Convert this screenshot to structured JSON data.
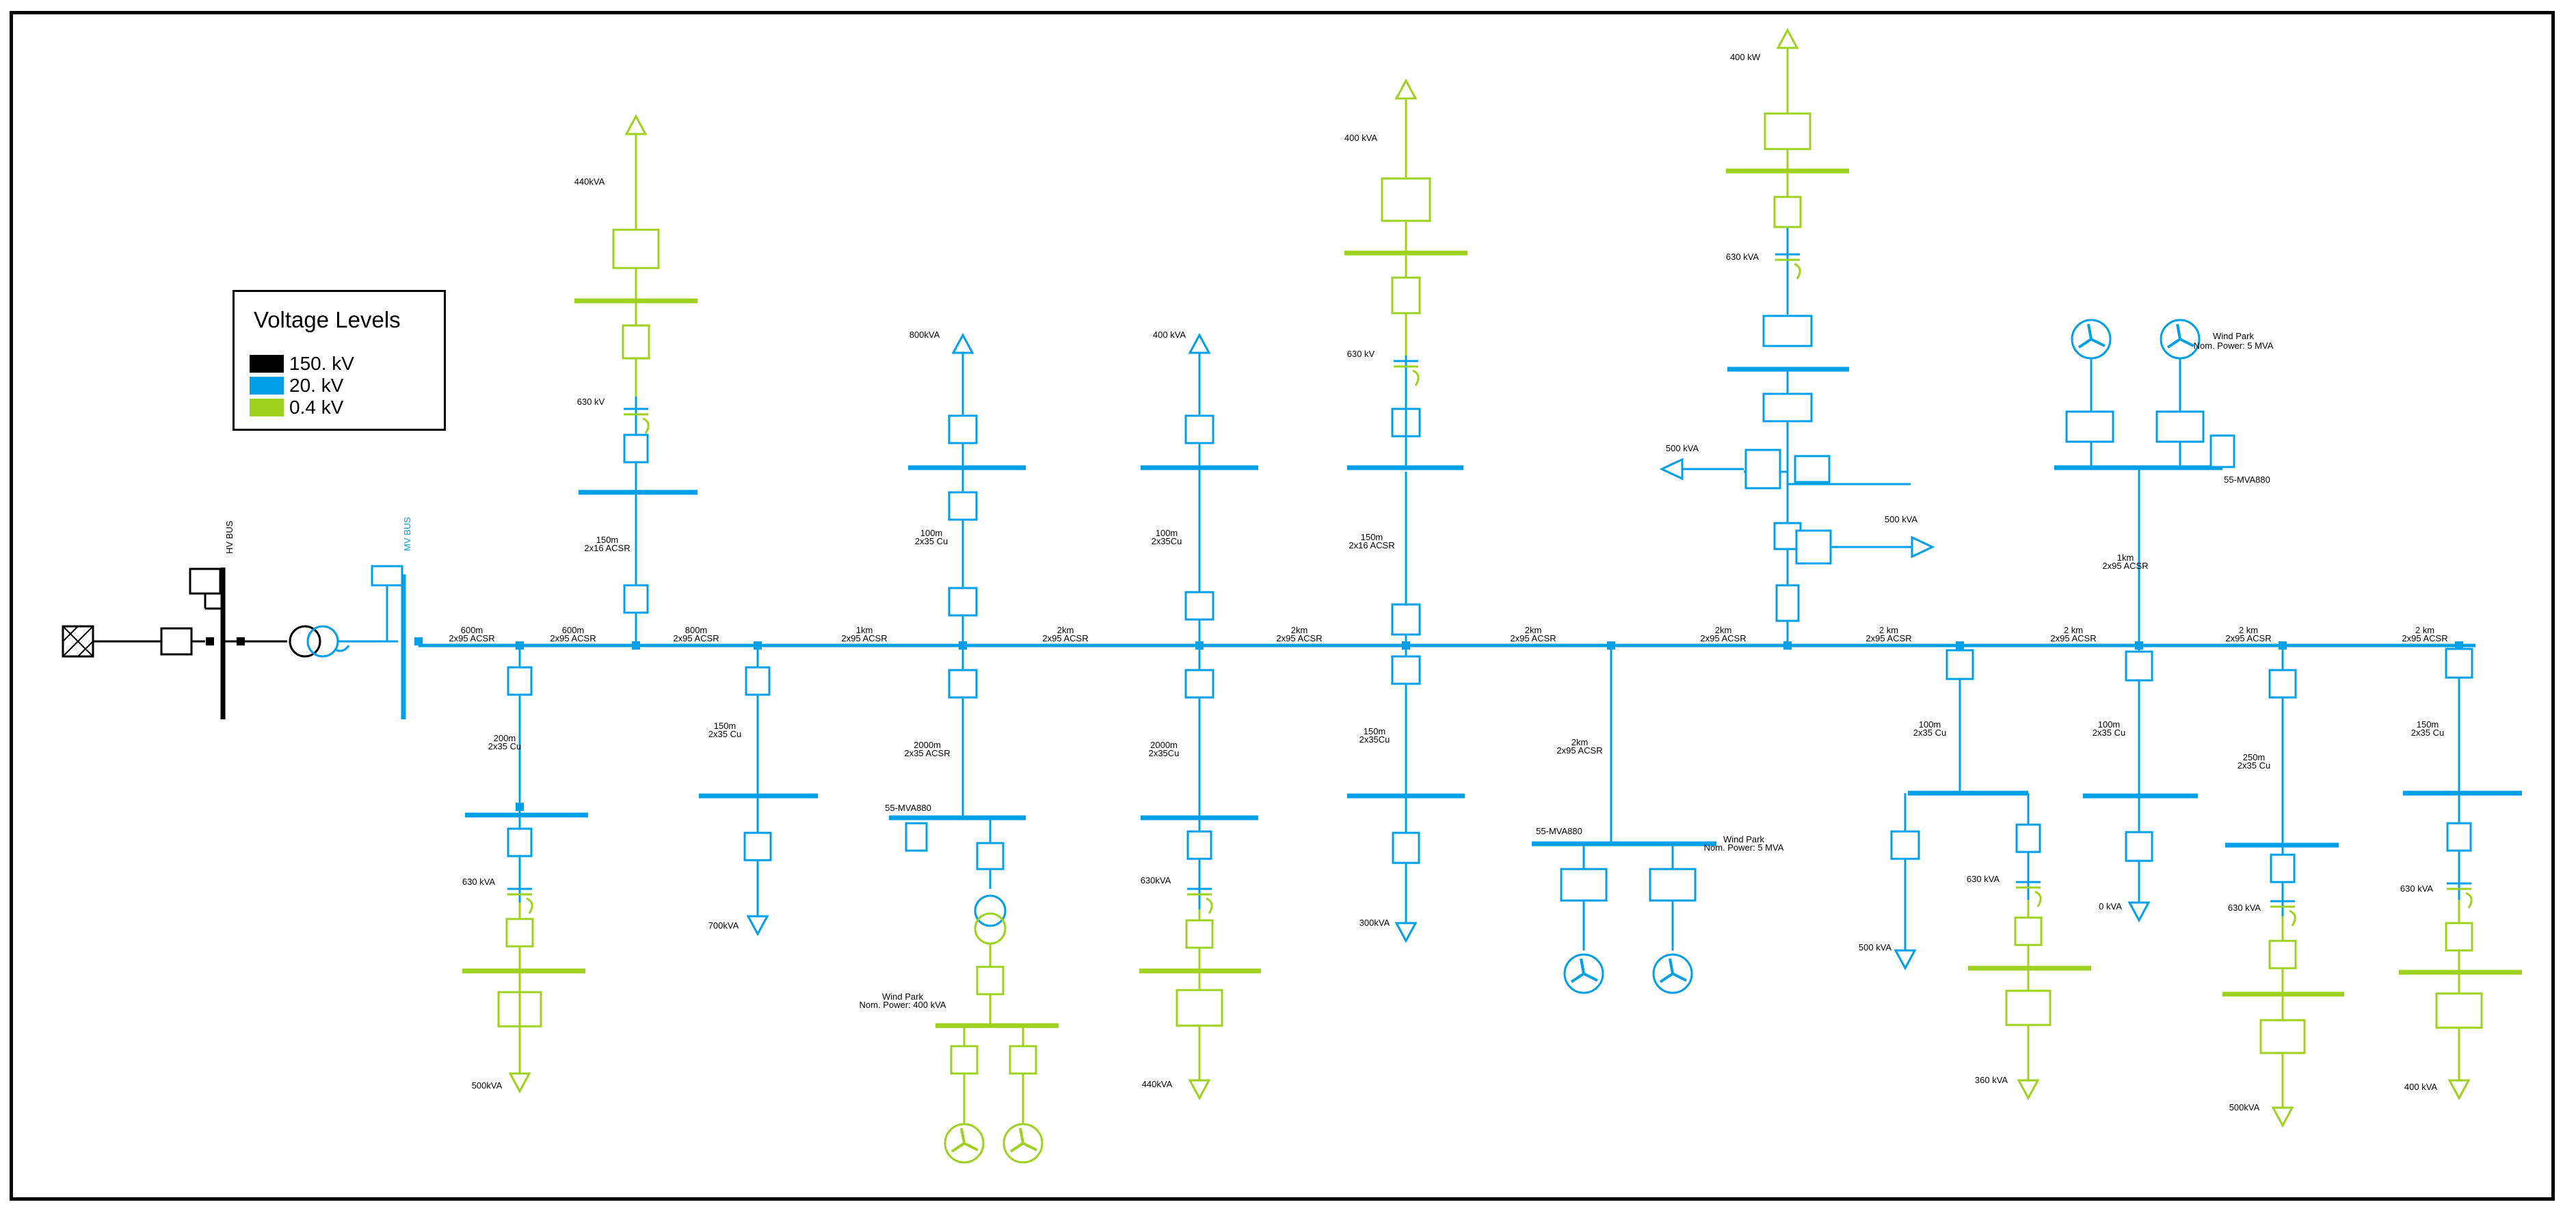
{
  "legend": {
    "title": "Voltage Levels",
    "items": [
      {
        "label": "150. kV",
        "color": "#000000"
      },
      {
        "label": "20. kV",
        "color": "#00a0e8"
      },
      {
        "label": "0.4 kV",
        "color": "#9ed21e"
      }
    ]
  },
  "buses": {
    "hv": "HV BUS",
    "mv": "MV BUS"
  },
  "labels": {
    "main_line": [
      "600m",
      "2x95 ACSR",
      "600m",
      "2x95 ACSR",
      "800m",
      "2x95 ACSR",
      "1km",
      "2x95 ACSR",
      "2km",
      "2x95 ACSR",
      "2km",
      "2x95 ACSR",
      "2km",
      "2x95 ACSR",
      "2km",
      "2x95 ACSR",
      "2 km",
      "2x95 ACSR",
      "2 km",
      "2x95 ACSR",
      "2 km",
      "2x95 ACSR",
      "2 km",
      "2x95 ACSR"
    ],
    "b1": [
      "200m",
      "2x35 Cu",
      "630 kVA",
      "500kVA"
    ],
    "b2": [
      "150m",
      "2x16 ACSR",
      "630 kV",
      "440kVA"
    ],
    "b3": [
      "150m",
      "2x35 Cu",
      "700kVA"
    ],
    "b4": [
      "100m",
      "2x35 Cu",
      "800kVA",
      "2000m",
      "2x35 ACSR",
      "55-MVA880",
      "Wind Park",
      "Nom. Power: 400 kVA"
    ],
    "b5": [
      "100m",
      "2x35Cu",
      "400 kVA",
      "2000m",
      "2x35Cu",
      "630kVA",
      "440kVA"
    ],
    "b6": [
      "150m",
      "2x16 ACSR",
      "630 kV",
      "400 kVA",
      "150m",
      "2x35Cu",
      "300kVA"
    ],
    "b7": [
      "2km",
      "2x95 ACSR",
      "55-MVA880",
      "Wind Park",
      "Nom. Power: 5 MVA"
    ],
    "b8": [
      "400 kW",
      "630 kVA",
      "500 kVA",
      "500 kVA"
    ],
    "b9": [
      "100m",
      "2x35 Cu",
      "630 kVA",
      "500 kVA",
      "360 kVA"
    ],
    "b10": [
      "Wind Park",
      "Nom. Power: 5 MVA",
      "55-MVA880",
      "1km",
      "2x95 ACSR",
      "100m",
      "2x35 Cu",
      "0 kVA"
    ],
    "b11": [
      "250m",
      "2x35 Cu",
      "630 kVA",
      "500kVA"
    ],
    "b12": [
      "150m",
      "2x35 Cu",
      "630 kVA",
      "400 kVA"
    ]
  }
}
